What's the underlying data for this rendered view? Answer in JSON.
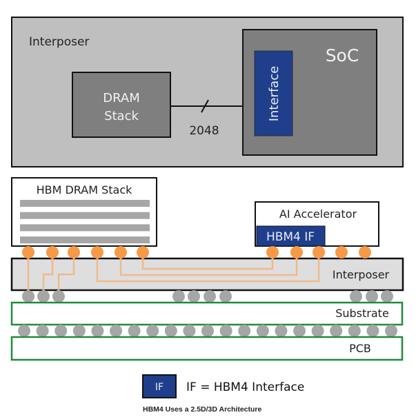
{
  "top_view": {
    "interposer_label": "Interposer",
    "dram_label_line1": "DRAM",
    "dram_label_line2": "Stack",
    "bus_width_label": "2048",
    "soc_label": "SoC",
    "interface_label": "Interface"
  },
  "cross_section": {
    "hbm_stack_label": "HBM DRAM Stack",
    "dram_layer_count": 4,
    "accelerator_label": "AI Accelerator",
    "hbm4_if_label": "HBM4 IF",
    "interposer_label": "Interposer",
    "substrate_label": "Substrate",
    "pcb_label": "PCB",
    "hbm_microbump_count": 6,
    "accelerator_microbump_count": 5,
    "interposer_ball_count": 10,
    "substrate_ball_count": 21
  },
  "legend": {
    "swatch_label": "IF",
    "description": "IF = HBM4 Interface"
  },
  "caption": "HBM4 Uses a 2.5D/3D Architecture",
  "colors": {
    "interposer_top": "#bfbfbf",
    "die_dark": "#7f7f7f",
    "interface_blue": "#1f3f8c",
    "microbump_orange": "#f79a48",
    "trace_orange": "#f0b98a",
    "interposer_fill": "#dedede",
    "ball_gray": "#a6a6a6",
    "board_green": "#1f8c3a",
    "dram_layer_gray": "#a6a6a6"
  }
}
